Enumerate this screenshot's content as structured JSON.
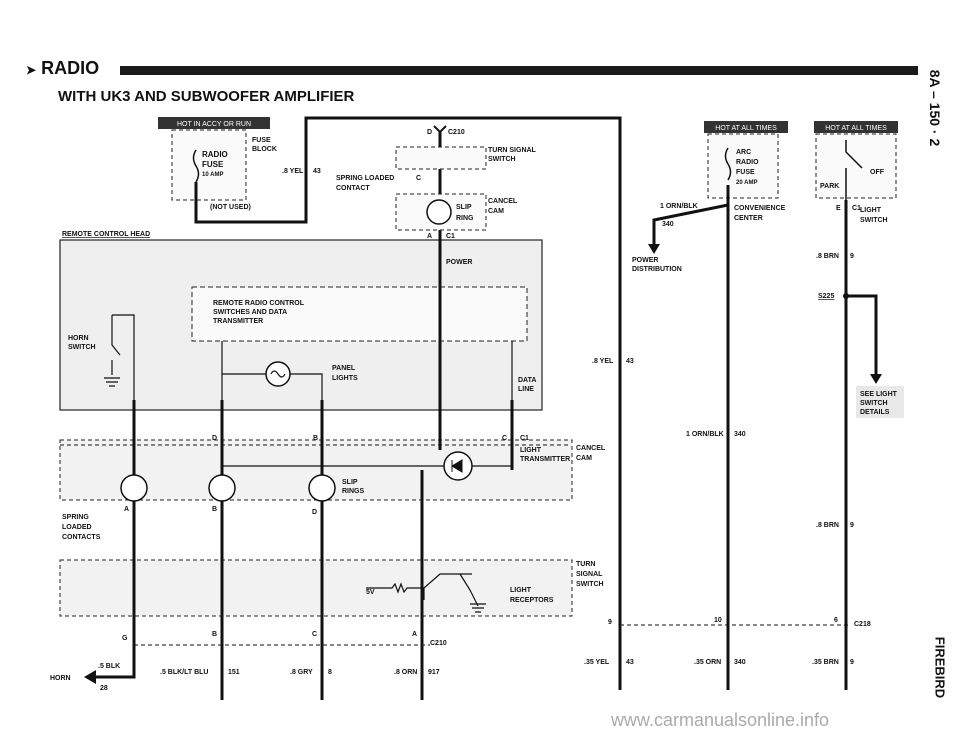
{
  "header": {
    "title": "RADIO",
    "subtitle": "WITH UK3 AND SUBWOOFER AMPLIFIER"
  },
  "side": {
    "page_code": "8A – 150 · 2",
    "model": "FIREBIRD"
  },
  "watermark": "www.carmanualsonline.info",
  "labels": {
    "hot_accy_run": "HOT IN ACCY OR RUN",
    "hot_all_times_1": "HOT AT ALL TIMES",
    "hot_all_times_2": "HOT AT ALL TIMES",
    "fuse_block_1": "FUSE",
    "fuse_block_2": "BLOCK",
    "radio_fuse_1": "RADIO",
    "radio_fuse_2": "FUSE",
    "radio_fuse_amp": "10 AMP",
    "not_used": "(NOT USED)",
    "yel_8": ".8 YEL",
    "w43a": "43",
    "c210_top": "C210",
    "d_top": "D",
    "turn_signal_switch_1": "TURN SIGNAL",
    "turn_signal_switch_2": "SWITCH",
    "spring_loaded_contact_1": "SPRING LOADED",
    "spring_loaded_contact_2": "CONTACT",
    "c_small": "C",
    "slip": "SLIP",
    "ring": "RING",
    "cancel": "CANCEL",
    "cam": "CAM",
    "a_c1": "A",
    "c1_top": "C1",
    "remote_control_head": "REMOTE CONTROL HEAD",
    "power": "POWER",
    "remote_radio_1": "REMOTE RADIO CONTROL",
    "remote_radio_2": "SWITCHES AND DATA",
    "remote_radio_3": "TRANSMITTER",
    "horn_switch_1": "HORN",
    "horn_switch_2": "SWITCH",
    "panel_lights_1": "PANEL",
    "panel_lights_2": "LIGHTS",
    "data_line_1": "DATA",
    "data_line_2": "LINE",
    "conn_d": "D",
    "conn_b": "B",
    "conn_c": "C",
    "conn_c1": "C1",
    "light_transmitter_1": "LIGHT",
    "light_transmitter_2": "TRANSMITTER",
    "cancel2": "CANCEL",
    "cam2": "CAM",
    "slip_rings_1": "SLIP",
    "slip_rings_2": "RINGS",
    "pin_a": "A",
    "pin_b": "B",
    "pin_d": "D",
    "spring_1": "SPRING",
    "spring_2": "LOADED",
    "spring_3": "CONTACTS",
    "turn_signal2_1": "TURN",
    "turn_signal2_2": "SIGNAL",
    "turn_signal2_3": "SWITCH",
    "v5": "5V",
    "light_receptors_1": "LIGHT",
    "light_receptors_2": "RECEPTORS",
    "bot_g": "G",
    "bot_b": "B",
    "bot_c": "C",
    "bot_a": "A",
    "c210_bot": "C210",
    "horn": "HORN",
    "blk_5": ".5 BLK",
    "w28": "28",
    "blk_lt_blu": ".5 BLK/LT BLU",
    "w151": "151",
    "gry_8": ".8 GRY",
    "w8": "8",
    "orn_8": ".8 ORN",
    "w917": "917",
    "yel_8b": ".8 YEL",
    "w43b": "43",
    "power_dist_1": "POWER",
    "power_dist_2": "DISTRIBUTION",
    "orn_blk_1": "1 ORN/BLK",
    "w340a": "340",
    "arc_1": "ARC",
    "arc_2": "RADIO",
    "arc_3": "FUSE",
    "arc_4": "20 AMP",
    "convenience_1": "CONVENIENCE",
    "convenience_2": "CENTER",
    "orn_blk_2": "1 ORN/BLK",
    "w340b": "340",
    "off": "OFF",
    "park": "PARK",
    "e_c1": "E",
    "c1_right": "C1",
    "light_switch_1": "LIGHT",
    "light_switch_2": "SWITCH",
    "brn_8a": ".8 BRN",
    "w9a": "9",
    "s225": "S225",
    "see_light_1": "SEE LIGHT",
    "see_light_2": "SWITCH",
    "see_light_3": "DETAILS",
    "brn_8b": ".8 BRN",
    "w9b": "9",
    "n9": "9",
    "n10": "10",
    "n6": "6",
    "c218": "C218",
    "yel_35": ".35 YEL",
    "w43c": "43",
    "orn_35": ".35 ORN",
    "w340c": "340",
    "brn_35": ".35 BRN",
    "w9c": "9"
  }
}
